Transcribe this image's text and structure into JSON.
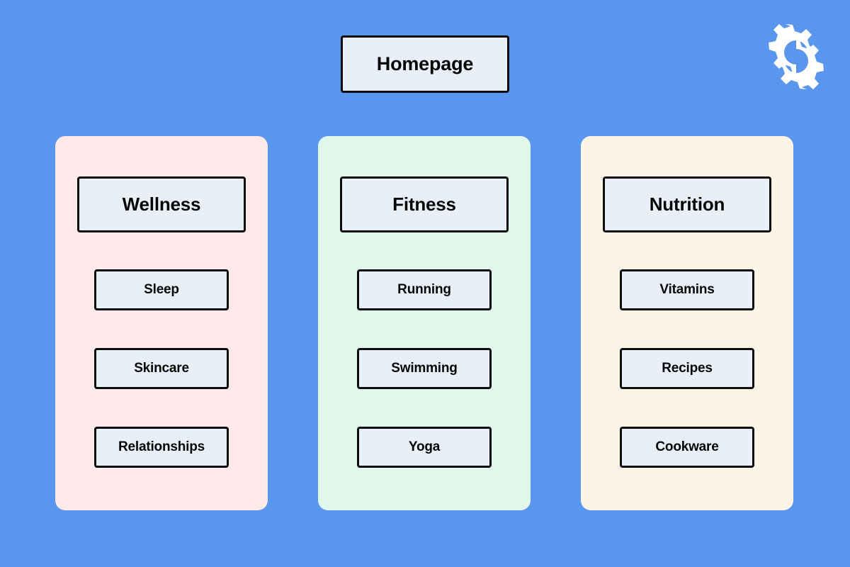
{
  "page": {
    "background_color": "#5b96ee",
    "node_fill_color": "#e9eff9",
    "node_border_color": "#0c0c0c",
    "logo_color": "#ffffff",
    "logo_name": "two-gears-logo"
  },
  "root": {
    "label": "Homepage"
  },
  "columns": [
    {
      "id": "wellness",
      "panel_color": "#fde9e9",
      "header": "Wellness",
      "items": [
        {
          "label": "Sleep"
        },
        {
          "label": "Skincare"
        },
        {
          "label": "Relationships"
        }
      ]
    },
    {
      "id": "fitness",
      "panel_color": "#e2f7ec",
      "header": "Fitness",
      "items": [
        {
          "label": "Running"
        },
        {
          "label": "Swimming"
        },
        {
          "label": "Yoga"
        }
      ]
    },
    {
      "id": "nutrition",
      "panel_color": "#fdf3e6",
      "header": "Nutrition",
      "items": [
        {
          "label": "Vitamins"
        },
        {
          "label": "Recipes"
        },
        {
          "label": "Cookware"
        }
      ]
    }
  ]
}
